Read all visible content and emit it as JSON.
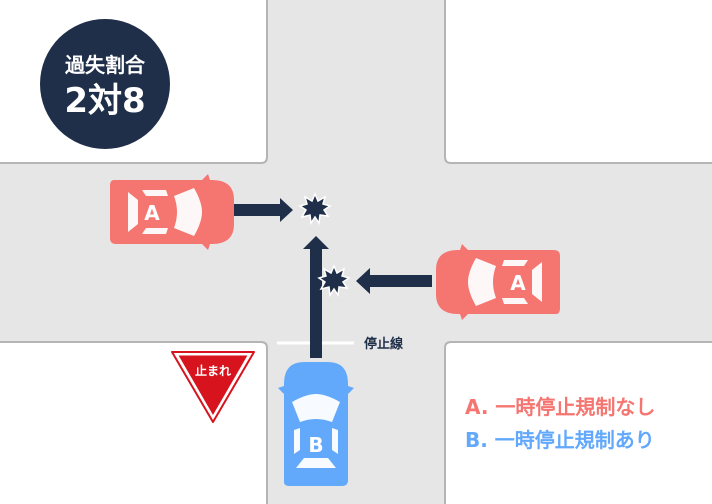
{
  "badge": {
    "line1": "過失割合",
    "line2": "2対8"
  },
  "stop_sign": {
    "label": "止まれ"
  },
  "stop_line": {
    "label": "停止線"
  },
  "cars": [
    {
      "label": "A",
      "role": "car-a-left"
    },
    {
      "label": "A",
      "role": "car-a-right"
    },
    {
      "label": "B",
      "role": "car-b"
    }
  ],
  "legend": [
    {
      "text": "A. 一時停止規制なし"
    },
    {
      "text": "B. 一時停止規制あり"
    }
  ],
  "colors": {
    "road": "#e6e6e6",
    "block_border": "#b5b5b5",
    "navy": "#1f2f49",
    "car_a": "#f57570",
    "car_b": "#62a8fb",
    "stop_red": "#d7141d"
  }
}
